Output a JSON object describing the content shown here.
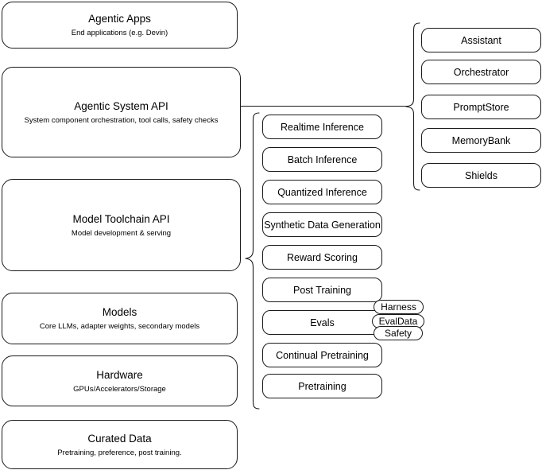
{
  "diagram": {
    "title": "AI Stack Architecture Diagram",
    "background_color": "#ffffff",
    "stroke_color": "#1a1a1a"
  },
  "layers": [
    {
      "name": "agentic-apps",
      "title": "Agentic Apps",
      "subtitle": "End applications (e.g. Devin)"
    },
    {
      "name": "agentic-system-api",
      "title": "Agentic System API",
      "subtitle": "System component orchestration, tool calls, safety checks"
    },
    {
      "name": "model-toolchain-api",
      "title": "Model Toolchain API",
      "subtitle": "Model development & serving"
    },
    {
      "name": "models",
      "title": "Models",
      "subtitle": "Core LLMs, adapter weights, secondary models"
    },
    {
      "name": "hardware",
      "title": "Hardware",
      "subtitle": "GPUs/Accelerators/Storage"
    },
    {
      "name": "curated-data",
      "title": "Curated Data",
      "subtitle": "Pretraining, preference, post training."
    }
  ],
  "toolchain_capabilities": [
    {
      "name": "realtime-inference",
      "label": "Realtime Inference"
    },
    {
      "name": "batch-inference",
      "label": "Batch Inference"
    },
    {
      "name": "quantized-inference",
      "label": "Quantized Inference"
    },
    {
      "name": "synthetic-data-generation",
      "label": "Synthetic Data Generation"
    },
    {
      "name": "reward-scoring",
      "label": "Reward Scoring"
    },
    {
      "name": "post-training",
      "label": "Post Training"
    },
    {
      "name": "evals",
      "label": "Evals"
    },
    {
      "name": "continual-pretraining",
      "label": "Continual Pretraining"
    },
    {
      "name": "pretraining",
      "label": "Pretraining"
    }
  ],
  "evals_pills": [
    {
      "name": "harness",
      "label": "Harness"
    },
    {
      "name": "evaldata",
      "label": "EvalData"
    },
    {
      "name": "safety",
      "label": "Safety"
    }
  ],
  "system_components": [
    {
      "name": "assistant",
      "label": "Assistant"
    },
    {
      "name": "orchestrator",
      "label": "Orchestrator"
    },
    {
      "name": "promptstore",
      "label": "PromptStore"
    },
    {
      "name": "memorybank",
      "label": "MemoryBank"
    },
    {
      "name": "shields",
      "label": "Shields"
    }
  ]
}
